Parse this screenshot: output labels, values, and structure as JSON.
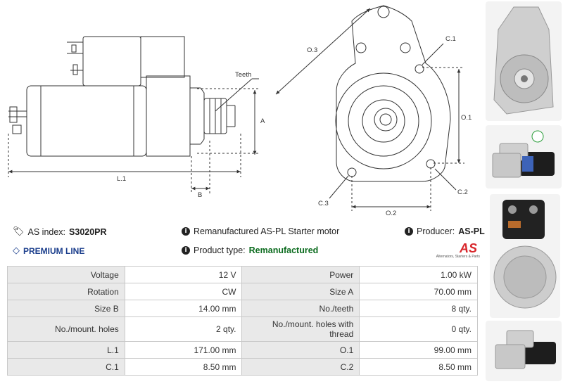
{
  "drawing": {
    "labels": {
      "teeth": "Teeth",
      "a": "A",
      "l1": "L.1",
      "b": "B",
      "o3": "O.3",
      "c1": "C.1",
      "o1": "O.1",
      "c2": "C.2",
      "c3": "C.3",
      "o2": "O.2"
    }
  },
  "info": {
    "as_index_label": "AS index:",
    "as_index_value": "S3020PR",
    "description": "Remanufactured AS-PL Starter motor",
    "producer_label": "Producer:",
    "producer_value": "AS-PL",
    "premium_line": "PREMIUM LINE",
    "product_type_label": "Product type:",
    "product_type_value": "Remanufactured"
  },
  "logo": {
    "mark": "AS",
    "tagline": "Alternators, Starters & Parts"
  },
  "specs": [
    {
      "l1": "Voltage",
      "v1": "12 V",
      "l2": "Power",
      "v2": "1.00 kW"
    },
    {
      "l1": "Rotation",
      "v1": "CW",
      "l2": "Size A",
      "v2": "70.00 mm"
    },
    {
      "l1": "Size B",
      "v1": "14.00 mm",
      "l2": "No./teeth",
      "v2": "8 qty."
    },
    {
      "l1": "No./mount. holes",
      "v1": "2 qty.",
      "l2": "No./mount. holes with thread",
      "v2": "0 qty."
    },
    {
      "l1": "L.1",
      "v1": "171.00 mm",
      "l2": "O.1",
      "v2": "99.00 mm"
    },
    {
      "l1": "C.1",
      "v1": "8.50 mm",
      "l2": "C.2",
      "v2": "8.50 mm"
    }
  ],
  "colors": {
    "accent_red": "#d8262b",
    "premium_blue": "#1b3e8c",
    "type_green": "#0b6b1e"
  }
}
